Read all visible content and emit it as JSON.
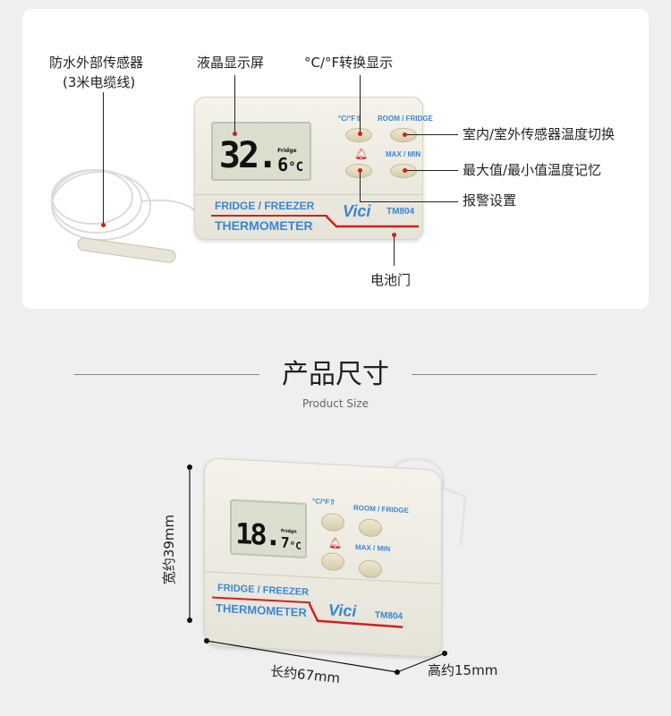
{
  "callouts": {
    "sensor": "防水外部传感器",
    "sensor_sub": "(3米电缆线)",
    "lcd": "液晶显示屏",
    "unit_switch": "°C/°F转换显示",
    "room_fridge": "室内/室外传感器温度切换",
    "max_min": "最大值/最小值温度记忆",
    "alarm": "报警设置",
    "battery": "电池门"
  },
  "device": {
    "reading_1": "32.",
    "decimal_1": "6",
    "reading_2": "18.",
    "decimal_2": "7",
    "unit": "°C",
    "mode": "Fridge",
    "btn_unit": "°C/°F⇧",
    "btn_room": "ROOM / FRIDGE",
    "btn_maxmin": "MAX / MIN",
    "line1": "FRIDGE / FREEZER",
    "line2": "THERMOMETER",
    "brand": "Vici",
    "model": "TM804"
  },
  "section": {
    "title": "产品尺寸",
    "subtitle": "Product Size"
  },
  "dimensions": {
    "width": "宽约39mm",
    "length": "长约67mm",
    "height": "高约15mm"
  },
  "colors": {
    "accent_blue": "#3a86d6",
    "accent_red": "#d02020"
  }
}
